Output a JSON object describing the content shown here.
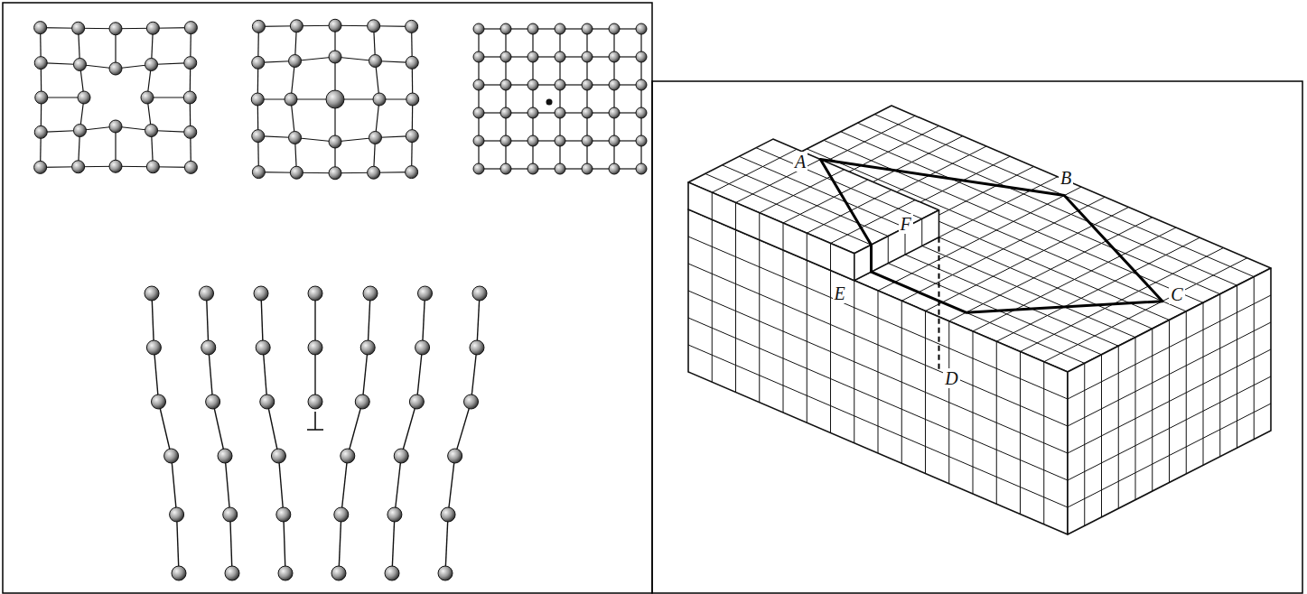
{
  "diagram": {
    "labels": [
      "B",
      "A",
      "F",
      "C",
      "E",
      "D"
    ]
  }
}
